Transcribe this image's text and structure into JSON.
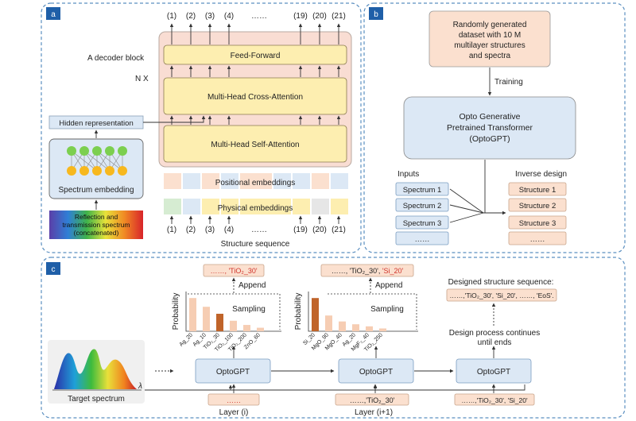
{
  "panel_a": {
    "tag": "a",
    "decoder_block_label": "A decoder block",
    "nx_label": "N X",
    "feed_forward": "Feed-Forward",
    "cross_attention": "Multi-Head Cross-Attention",
    "self_attention": "Multi-Head Self-Attention",
    "positional": "Positional embeddings",
    "physical": "Physical embeddings",
    "hidden": "Hidden representation",
    "spectrum_embedding": "Spectrum embedding",
    "refl_line1": "Reflection and",
    "refl_line2": "transmission spectrum",
    "refl_line3": "(concatenated)",
    "structure_sequence": "Structure sequence",
    "top_tokens": [
      "(1)",
      "(2)",
      "(3)",
      "(4)",
      "……",
      "(19)",
      "(20)",
      "(21)"
    ],
    "bottom_tokens": [
      "(1)",
      "(2)",
      "(3)",
      "(4)",
      "……",
      "(19)",
      "(20)",
      "(21)"
    ]
  },
  "panel_b": {
    "tag": "b",
    "dataset_lines": [
      "Randomly generated",
      "dataset with 10 M",
      "multilayer structures",
      "and spectra"
    ],
    "training": "Training",
    "model_lines": [
      "Opto Generative",
      "Pretrained Transformer",
      "(OptoGPT)"
    ],
    "inputs_label": "Inputs",
    "inverse_label": "Inverse design",
    "inputs": [
      "Spectrum 1",
      "Spectrum 2",
      "Spectrum 3",
      "……"
    ],
    "outputs": [
      "Structure 1",
      "Structure 2",
      "Structure 3",
      "……"
    ]
  },
  "panel_c": {
    "tag": "c",
    "target_spectrum": "Target spectrum",
    "lambda": "λ",
    "step1": {
      "model": "OptoGPT",
      "input": "……",
      "layer_label": "Layer (i)",
      "append": "Append",
      "sampling": "Sampling",
      "output_seq": "……, 'TiO₂_30'",
      "ylabel": "Probability",
      "bars": [
        {
          "label": "Ag_20",
          "value": 0.95
        },
        {
          "label": "Ag_10",
          "value": 0.7
        },
        {
          "label": "TiO₂_30",
          "value": 0.5
        },
        {
          "label": "TiO₂_100",
          "value": 0.3
        },
        {
          "label": "TiO₂_200",
          "value": 0.18
        },
        {
          "label": "ZnO_60",
          "value": 0.1
        }
      ],
      "selected_index": 2
    },
    "step2": {
      "model": "OptoGPT",
      "input": "……,'TiO₂_30'",
      "layer_label": "Layer (i+1)",
      "append": "Append",
      "sampling": "Sampling",
      "output_seq_prefix": "……, 'TiO₂_30', ",
      "output_seq_highlight": "'Si_20'",
      "ylabel": "Probability",
      "bars": [
        {
          "label": "Si_20",
          "value": 0.95
        },
        {
          "label": "MgO_90",
          "value": 0.45
        },
        {
          "label": "MgO_40",
          "value": 0.28
        },
        {
          "label": "Ag_20",
          "value": 0.2
        },
        {
          "label": "MgF₂_40",
          "value": 0.14
        },
        {
          "label": "TiO₂_250",
          "value": 0.08
        }
      ],
      "selected_index": 0
    },
    "step3": {
      "model": "OptoGPT",
      "input": "……,'TiO₂_30', 'Si_20'",
      "designed_title": "Designed structure sequence:",
      "designed_seq": "……,'TiO₂_30', 'Si_20', ……, 'EoS'.",
      "continue_line1": "Design process continues",
      "continue_line2": "until ends"
    }
  },
  "colors": {
    "panel_tag": "#1f5fa8",
    "dashed_border": "#5b8fc0",
    "decoder_bg": "#f9ddd3",
    "attention_fill": "#fdeeb0",
    "blue_box": "#dce8f5",
    "peach_box": "#fbe0cf",
    "bar_light": "#f6cdb3",
    "bar_selected": "#c0642a",
    "red_text": "#d0342c"
  }
}
